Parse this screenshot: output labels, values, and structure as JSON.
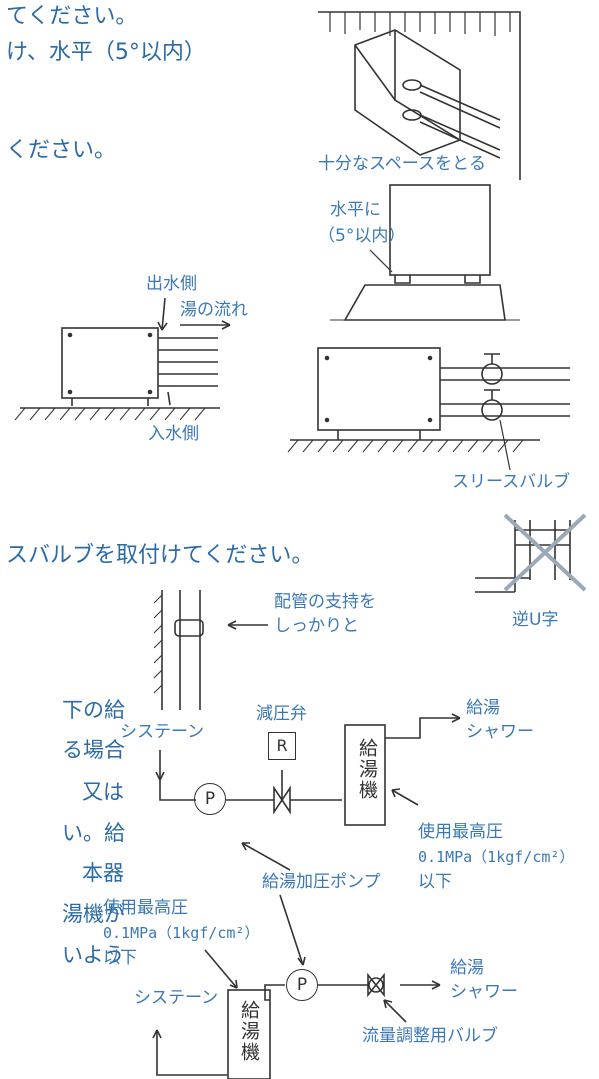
{
  "colors": {
    "text": "#2a6aa8",
    "line": "#333333"
  },
  "page_text": {
    "line1": "てください。",
    "line2": "け、水平（5°以内）",
    "line3": "ください。",
    "line4": "スバルブを取付けてください。",
    "para": [
      "下の給",
      "る場合",
      "又は",
      "い。給",
      "本器",
      "湯機が",
      "いよう"
    ]
  },
  "illustrations": {
    "space_caption": "十分なスペースをとる",
    "level_caption_1": "水平に",
    "level_caption_2": "（5°以内）",
    "outlet_side": "出水側",
    "hot_flow": "湯の流れ",
    "inlet_side": "入水側",
    "three_way_valve": "スリースバルブ",
    "reverse_u": "逆U字"
  },
  "diagrams": {
    "pipe_support_1": "配管の支持を",
    "pipe_support_2": "しっかりと",
    "cistern": "システーン",
    "pressure_valve": "減圧弁",
    "r_symbol": "R",
    "heater": "給湯機",
    "hot_water": "給湯",
    "shower": "シャワー",
    "max_pressure": "使用最高圧",
    "pressure_spec": "0.1MPa（1kgf/cm²）",
    "or_less": "以下",
    "pump_symbol": "P",
    "booster_pump": "給湯加圧ポンプ",
    "flow_valve": "流量調整用バルブ"
  }
}
